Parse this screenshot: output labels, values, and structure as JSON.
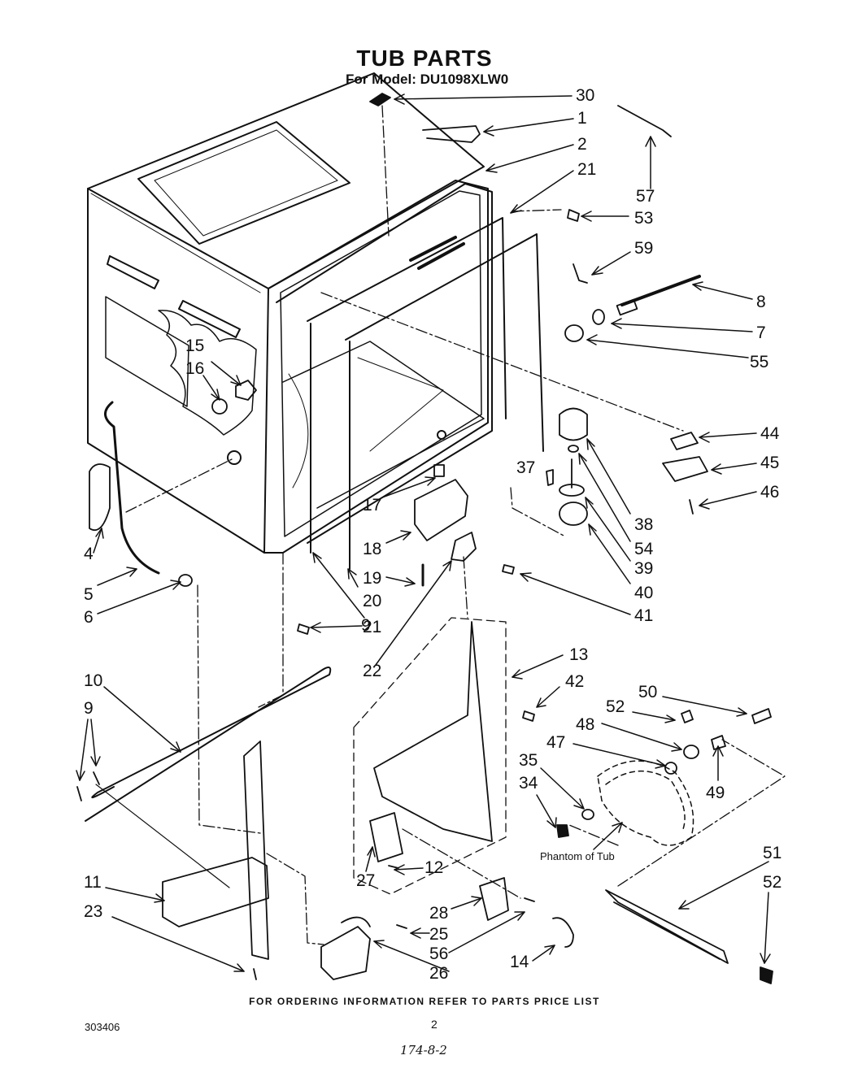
{
  "title": "TUB PARTS",
  "subtitle": "For Model: DU1098XLW0",
  "footer": "FOR ORDERING INFORMATION REFER TO PARTS PRICE LIST",
  "doc_number": "303406",
  "page_number": "2",
  "handwritten_note": "174-8-2",
  "phantom_label": "Phantom of Tub",
  "callouts": [
    "30",
    "1",
    "2",
    "21",
    "53",
    "57",
    "59",
    "8",
    "7",
    "55",
    "15",
    "16",
    "44",
    "45",
    "46",
    "37",
    "38",
    "54",
    "39",
    "40",
    "17",
    "18",
    "19",
    "41",
    "4",
    "5",
    "6",
    "20",
    "21",
    "9",
    "22",
    "13",
    "42",
    "10",
    "9",
    "52",
    "50",
    "48",
    "47",
    "49",
    "35",
    "34",
    "11",
    "23",
    "12",
    "27",
    "28",
    "25",
    "56",
    "26",
    "14",
    "51",
    "52"
  ]
}
